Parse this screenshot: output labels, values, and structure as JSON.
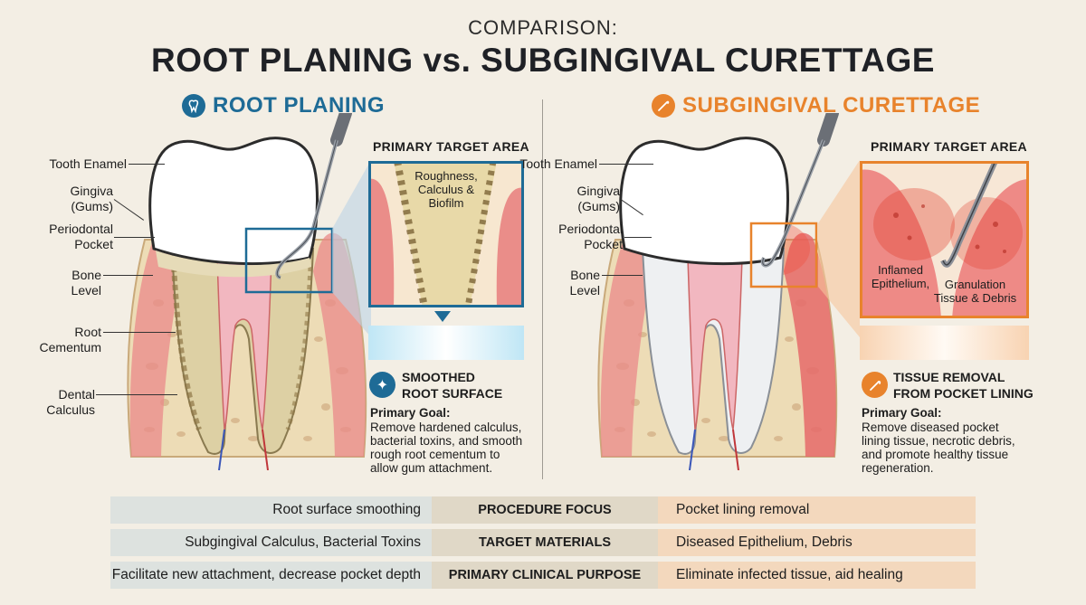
{
  "header": {
    "kicker": "COMPARISON:",
    "title": "ROOT PLANING vs. SUBGINGIVAL CURETTAGE"
  },
  "colors": {
    "blue": "#1e6b96",
    "orange": "#e8832c",
    "gum": "#e58a8a",
    "bone": "#eddcb6"
  },
  "left": {
    "title": "ROOT PLANING",
    "icon": "tooth-icon",
    "labels": {
      "enamel": "Tooth Enamel",
      "gingiva": "Gingiva\n(Gums)",
      "pocket": "Periodontal\nPocket",
      "bone": "Bone\nLevel",
      "cementum": "Root\nCementum",
      "calculus": "Dental\nCalculus"
    },
    "target_title": "PRIMARY TARGET AREA",
    "target_text": "Roughness,\nCalculus &\nBiofilm",
    "result_icon": "sparkle-icon",
    "result_title": "SMOOTHED\nROOT SURFACE",
    "goal_label": "Primary Goal:",
    "goal_text": "Remove hardened calculus,\nbacterial toxins, and smooth\nrough root cementum to\nallow gum attachment."
  },
  "right": {
    "title": "SUBGINGIVAL CURETTAGE",
    "icon": "curette-icon",
    "labels": {
      "enamel": "Tooth Enamel",
      "gingiva": "Gingiva\n(Gums)",
      "pocket": "Periodontal\nPocket",
      "bone": "Bone\nLevel"
    },
    "target_title": "PRIMARY TARGET AREA",
    "inflamed": "Inflamed\nEpithelium,",
    "granulation": "Granulation\nTissue & Debris",
    "result_icon": "tissue-icon",
    "result_title": "TISSUE REMOVAL\nFROM POCKET LINING",
    "goal_label": "Primary Goal:",
    "goal_text": "Remove diseased pocket\nlining tissue, necrotic debris,\nand promote healthy tissue\nregeneration."
  },
  "table": {
    "rows": [
      {
        "left": "Root surface smoothing",
        "middle": "PROCEDURE FOCUS",
        "right": "Pocket lining removal"
      },
      {
        "left": "Subgingival Calculus, Bacterial Toxins",
        "middle": "TARGET MATERIALS",
        "right": "Diseased Epithelium, Debris"
      },
      {
        "left": "Facilitate new attachment, decrease pocket depth",
        "middle": "PRIMARY CLINICAL PURPOSE",
        "right": "Eliminate infected tissue, aid healing"
      }
    ]
  }
}
